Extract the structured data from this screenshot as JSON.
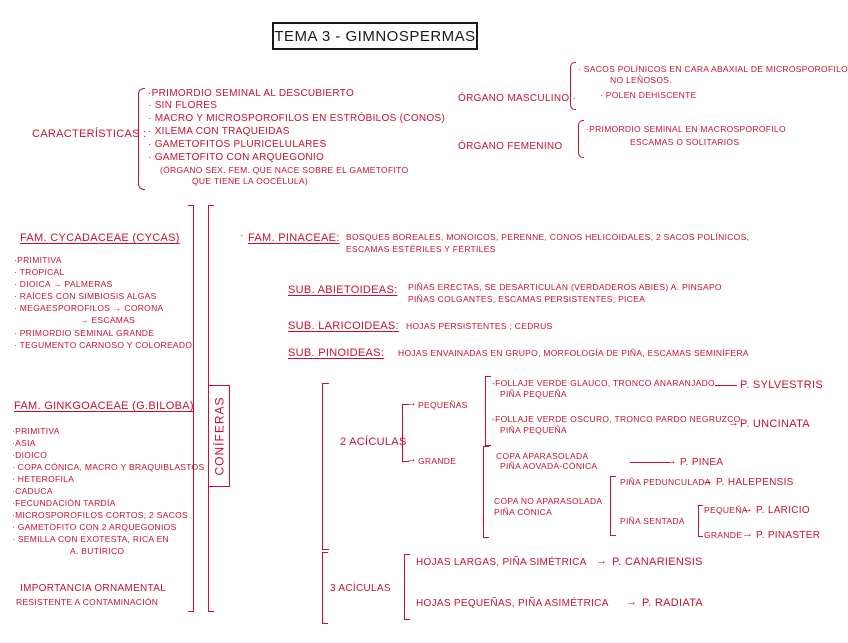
{
  "title": "TEMA 3 - GIMNOSPERMAS",
  "caracteristicas": {
    "label": "CARACTERÍSTICAS :",
    "items": [
      "·PRIMORDIO SEMINAL AL DESCUBIERTO",
      "· SIN FLORES",
      "· MACRO Y MICROSPOROFILOS EN ESTRÓBILOS (CONOS)",
      "· XILEMA CON TRAQUEIDAS",
      "· GAMETOFITOS PLURICELULARES",
      "· GAMETOFITO CON ARQUEGONIO",
      "(ÓRGANO SEX. FEM. QUE NACE SOBRE EL GAMETOFITO",
      "QUE TIENE LA OOCÉLULA)"
    ]
  },
  "organo_masculino": {
    "label": "ÓRGANO MASCULINO ·",
    "items": [
      "· SACOS POLÍNICOS EN CARA ABAXIAL DE MICROSPOROFILO",
      "NO LEÑOSOS.",
      "· POLEN DEHISCENTE"
    ]
  },
  "organo_femenino": {
    "label": "ÓRGANO FEMENINO",
    "items": [
      "·PRIMORDIO SEMINAL EN MACROSPOROFILO",
      "ESCAMAS O SOLITARIOS"
    ]
  },
  "cycadaceae": {
    "heading": "FAM. CYCADACEAE (CYCAS)",
    "items": [
      "·PRIMITIVA",
      "· TROPICAL",
      "· DIOICA → PALMERAS",
      "· RAÍCES CON SIMBIOSIS ALGAS",
      "· MEGAESPOROFILOS → CORONA",
      "→ ESCAMAS",
      "· PRIMORDIO SEMINAL GRANDE",
      "· TEGUMENTO CARNOSO Y COLOREADO"
    ]
  },
  "ginkgoaceae": {
    "heading": "FAM. GINKGOACEAE (G.BILOBA)",
    "items": [
      "·PRIMITIVA",
      "·ASIA",
      "·DIOICO",
      "· COPA CÓNICA, MACRO Y BRAQUIBLASTOS",
      "· HETEROFILA",
      "·CADUCA",
      "·FECUNDACIÓN TARDÍA",
      "·MICROSPOROFILOS CORTOS; 2 SACOS",
      "· GAMETOFITO CON 2 ARQUEGONIOS",
      "· SEMILLA CON EXOTESTA, RICA EN",
      "A. BUTÍRICO"
    ],
    "footer": [
      "IMPORTANCIA ORNAMENTAL",
      "RESISTENTE A CONTAMINACIÓN"
    ]
  },
  "coniferas_label": "CONÍFERAS",
  "pinaceae": {
    "heading": "FAM. PINACEAE:",
    "bullet": "·",
    "text": [
      "BOSQUES BOREALES, MONOICOS, PERENNE, CONOS HELICOIDALES, 2 SACOS POLÍNICOS,",
      "ESCAMAS ESTÉRILES Y FÉRTILES"
    ]
  },
  "subfamilies": [
    {
      "heading": "SUB. ABIETOIDEAS:",
      "text": [
        "PIÑAS ERECTAS, SE DESARTICULAN (VERDADEROS ABIES) A. PINSAPO",
        "PIÑAS COLGANTES, ESCAMAS PERSISTENTES; PICEA"
      ]
    },
    {
      "heading": "SUB. LARICOIDEAS:",
      "text": [
        "HOJAS PERSISTENTES ; CEDRUS"
      ]
    },
    {
      "heading": "SUB. PINOIDEAS:",
      "text": [
        "HOJAS ENVAINADAS EN GRUPO, MORFOLOGÍA DE PIÑA, ESCAMAS SEMINÍFERA"
      ]
    }
  ],
  "pinoideas_key": {
    "two_needles": {
      "label": "2 ACÍCULAS",
      "pequenas": {
        "label": "PEQUEÑAS",
        "options": [
          {
            "desc": [
              "-FOLLAJE VERDE GLAUCO, TRONCO ANARANJADO",
              "PIÑA PEQUEÑA"
            ],
            "species": "P. SYLVESTRIS"
          },
          {
            "desc": [
              "-FOLLAJE VERDE OSCURO, TRONCO PARDO NEGRUZCO",
              "PIÑA PEQUEÑA"
            ],
            "species": "P. UNCINATA"
          }
        ]
      },
      "grande": {
        "label": "GRANDE",
        "options": [
          {
            "desc": [
              "COPA APARASOLADA",
              "PIÑA AOVADA-CÓNICA"
            ],
            "species": "P. PINEA"
          },
          {
            "desc": [
              "COPA NO APARASOLADA",
              "PIÑA CÓNICA"
            ],
            "pedunculada": {
              "label": "PIÑA PEDUNCULADA",
              "species": "P. HALEPENSIS"
            },
            "sentada": {
              "label": "PIÑA SENTADA",
              "options": [
                {
                  "label": "PEQUEÑA",
                  "species": "P. LARICIO"
                },
                {
                  "label": "GRANDE",
                  "species": "P. PINASTER"
                }
              ]
            }
          }
        ]
      }
    },
    "three_needles": {
      "label": "3 ACÍCULAS",
      "options": [
        {
          "desc": "HOJAS LARGAS, PIÑA SIMÉTRICA",
          "species": "P. CANARIENSIS"
        },
        {
          "desc": "HOJAS PEQUEÑAS, PIÑA ASIMÉTRICA",
          "species": "P. RADIATA"
        }
      ]
    }
  },
  "arrow": "→",
  "colors": {
    "ink_red": "#c8102e",
    "ink_black": "#1a1a1a",
    "paper": "#ffffff"
  }
}
